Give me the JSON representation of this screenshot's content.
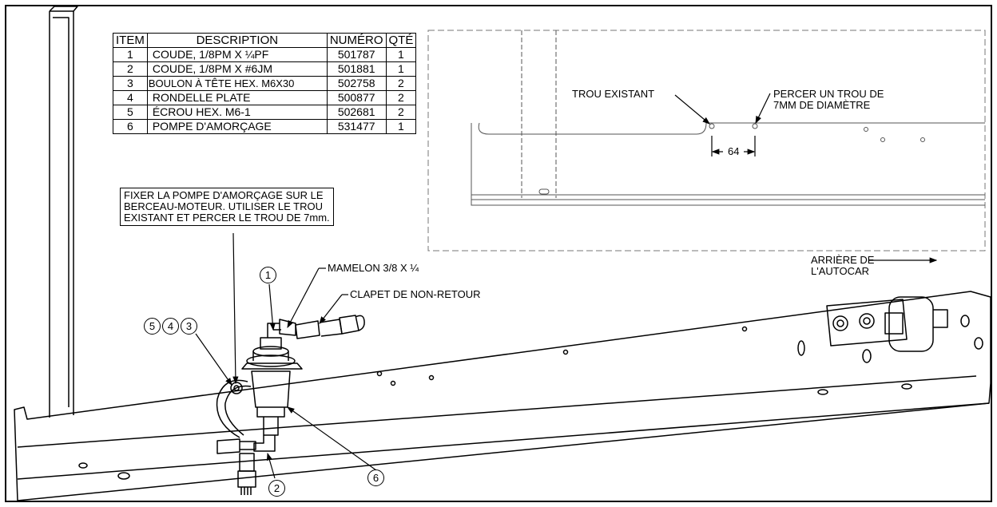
{
  "table": {
    "headers": [
      "ITEM",
      "DESCRIPTION",
      "NUMÉRO",
      "QTÉ"
    ],
    "rows": [
      [
        "1",
        "COUDE, 1/8PM X ¼PF",
        "501787",
        "1"
      ],
      [
        "2",
        "COUDE, 1/8PM X #6JM",
        "501881",
        "1"
      ],
      [
        "3",
        "BOULON À TÊTE HEX. M6X30",
        "502758",
        "2"
      ],
      [
        "4",
        "RONDELLE PLATE",
        "500877",
        "2"
      ],
      [
        "5",
        "ÉCROU HEX. M6-1",
        "502681",
        "2"
      ],
      [
        "6",
        "POMPE D'AMORÇAGE",
        "531477",
        "1"
      ]
    ]
  },
  "notes": {
    "instruction": [
      "FIXER LA POMPE D'AMORÇAGE SUR LE",
      "BERCEAU-MOTEUR. UTILISER LE TROU",
      "EXISTANT ET PERCER LE TROU DE 7mm."
    ],
    "existing_hole": "TROU EXISTANT",
    "drill_hole": [
      "PERCER UN TROU DE",
      "7MM DE DIAMÈTRE"
    ],
    "dimension": "64",
    "nipple": "MAMELON 3/8 X ¼",
    "check_valve": "CLAPET DE NON-RETOUR",
    "rear": [
      "ARRIÈRE DE",
      "L'AUTOCAR"
    ]
  },
  "callouts": [
    "1",
    "2",
    "3",
    "4",
    "5",
    "6"
  ]
}
